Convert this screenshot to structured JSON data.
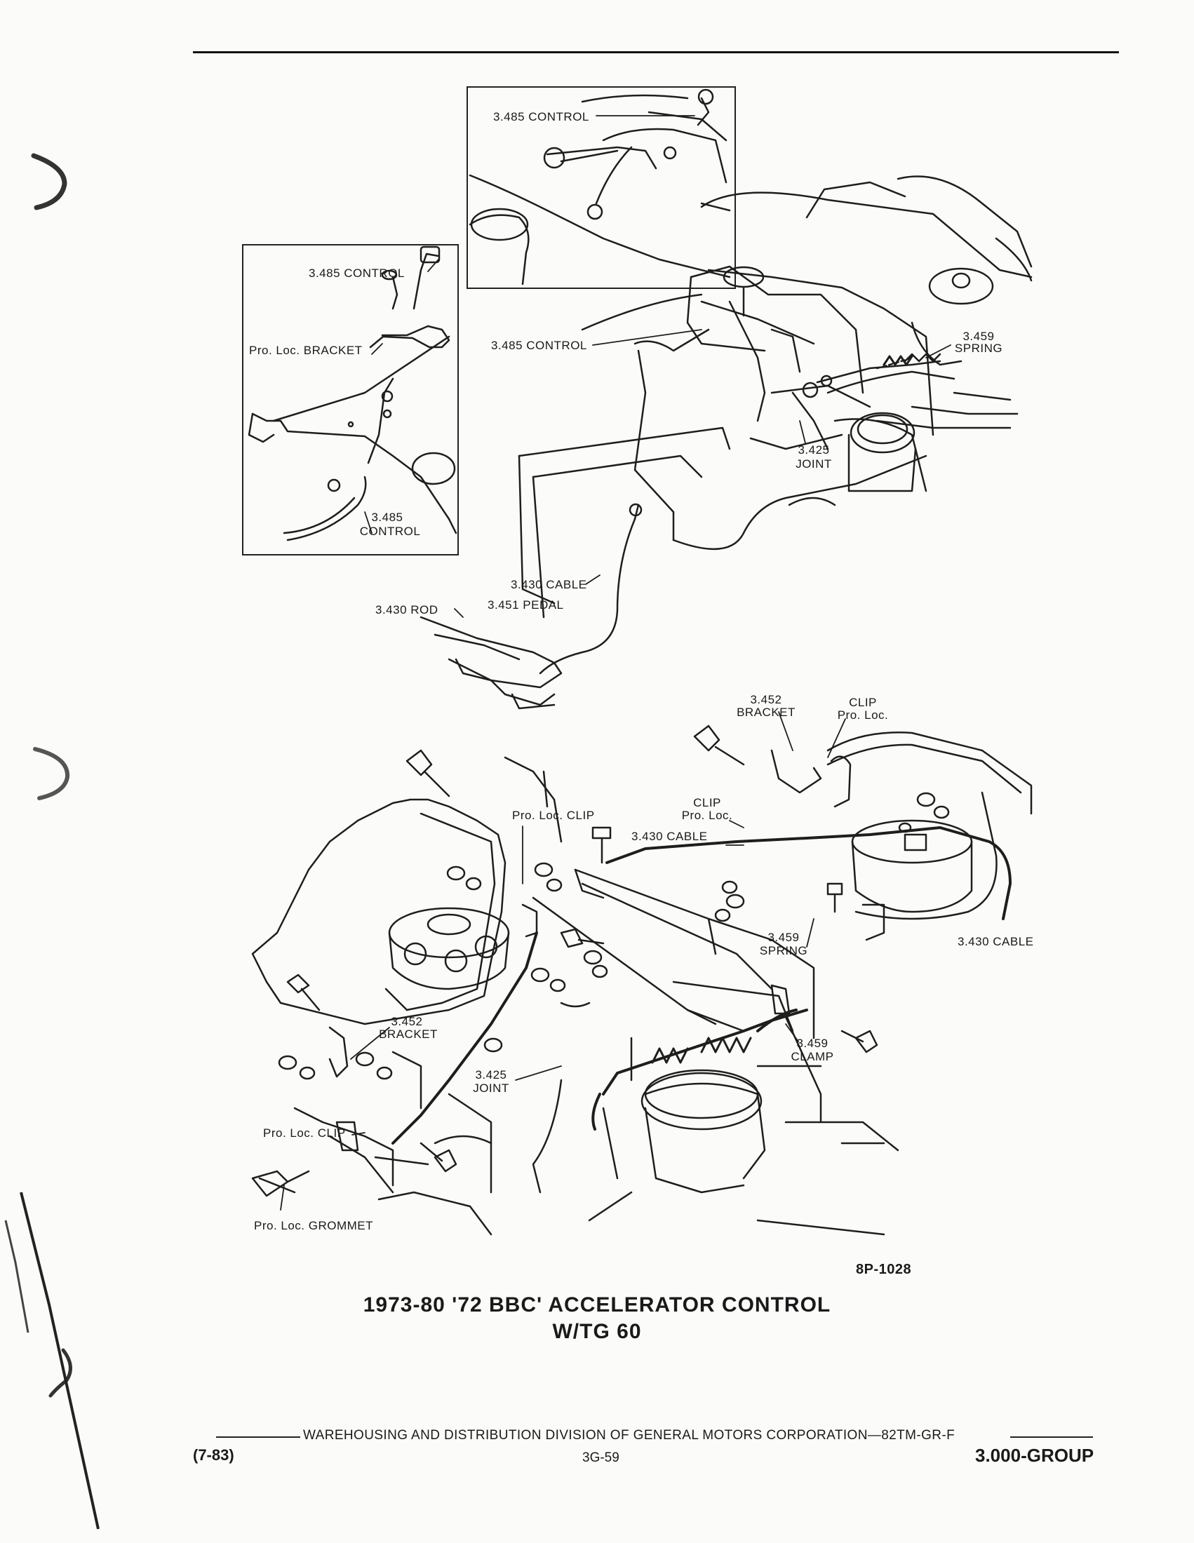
{
  "labels": {
    "inset_top_control": "3.485 CONTROL",
    "inset_left_control_top": "3.485 CONTROL",
    "inset_left_bracket": "Pro. Loc. BRACKET",
    "inset_left_control_bottom_1": "3.485",
    "inset_left_control_bottom_2": "CONTROL",
    "main_control": "3.485 CONTROL",
    "spring_top_1": "3.459",
    "spring_top_2": "SPRING",
    "joint_top_1": "3.425",
    "joint_top_2": "JOINT",
    "cable_top": "3.430 CABLE",
    "rod": "3.430 ROD",
    "pedal": "3.451 PEDAL",
    "bracket_upper_1": "3.452",
    "bracket_upper_2": "BRACKET",
    "clip_upper_1": "CLIP",
    "clip_upper_2": "Pro. Loc.",
    "clip_mid_1": "CLIP",
    "clip_mid_2": "Pro. Loc.",
    "proloc_clip_center": "Pro. Loc. CLIP",
    "cable_center": "3.430 CABLE",
    "spring_lower_1": "3.459",
    "spring_lower_2": "SPRING",
    "cable_right": "3.430 CABLE",
    "bracket_lower_1": "3.452",
    "bracket_lower_2": "BRACKET",
    "clamp_1": "3.459",
    "clamp_2": "CLAMP",
    "joint_lower_1": "3.425",
    "joint_lower_2": "JOINT",
    "proloc_clip_lower": "Pro. Loc. CLIP",
    "grommet": "Pro. Loc. GROMMET"
  },
  "figure_id": "8P-1028",
  "title_line1": "1973-80 '72 BBC' ACCELERATOR CONTROL",
  "title_line2": "W/TG 60",
  "footer": {
    "division": "WAREHOUSING AND DISTRIBUTION DIVISION OF GENERAL MOTORS CORPORATION—82TM-GR-F",
    "date": "(7-83)",
    "page": "3G-59",
    "group": "3.000-GROUP"
  }
}
